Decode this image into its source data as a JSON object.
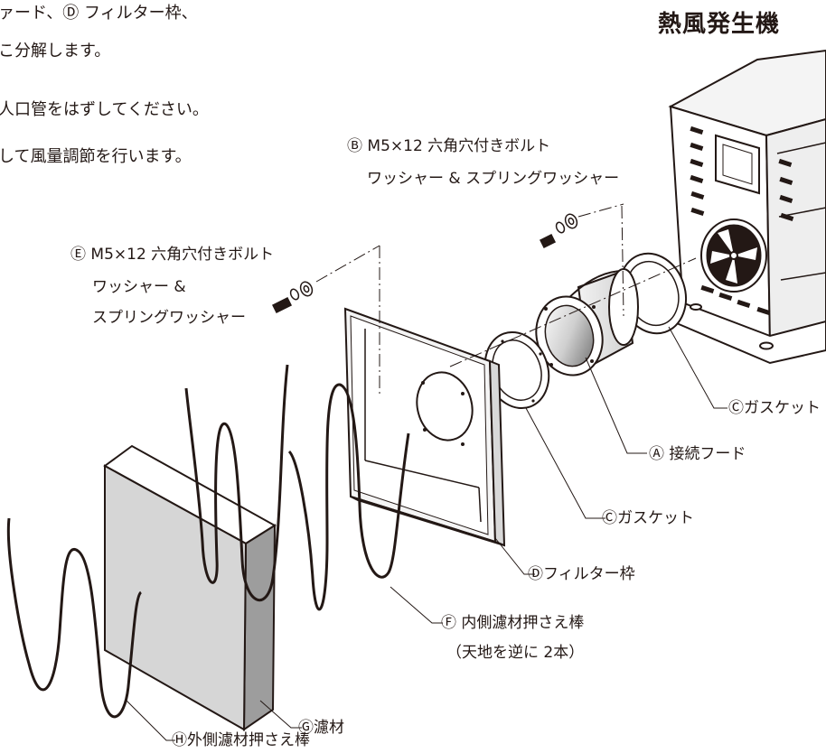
{
  "title": "熱風発生機",
  "intro": [
    "ァード、Ⓓ フィルター枠、",
    "こ分解します。",
    "人口管をはずしてください。",
    "して風量調節を行います。"
  ],
  "labels": {
    "b_bolt": [
      "Ⓑ M5×12 六角穴付きボルト",
      "ワッシャー & スプリングワッシャー"
    ],
    "e_bolt": [
      "Ⓔ M5×12 六角穴付きボルト",
      "ワッシャー &",
      "スプリングワッシャー"
    ],
    "c_gasket_right": "Ⓒガスケット",
    "a_hood": "Ⓐ 接続フード",
    "c_gasket_mid": "Ⓒガスケット",
    "d_frame": "Ⓓフィルター枠",
    "f_bar": [
      "Ⓕ 内側濾材押さえ棒",
      "（天地を逆に 2本）"
    ],
    "g_media": "Ⓖ濾材",
    "h_bar": "Ⓗ外側濾材押さえ棒"
  }
}
